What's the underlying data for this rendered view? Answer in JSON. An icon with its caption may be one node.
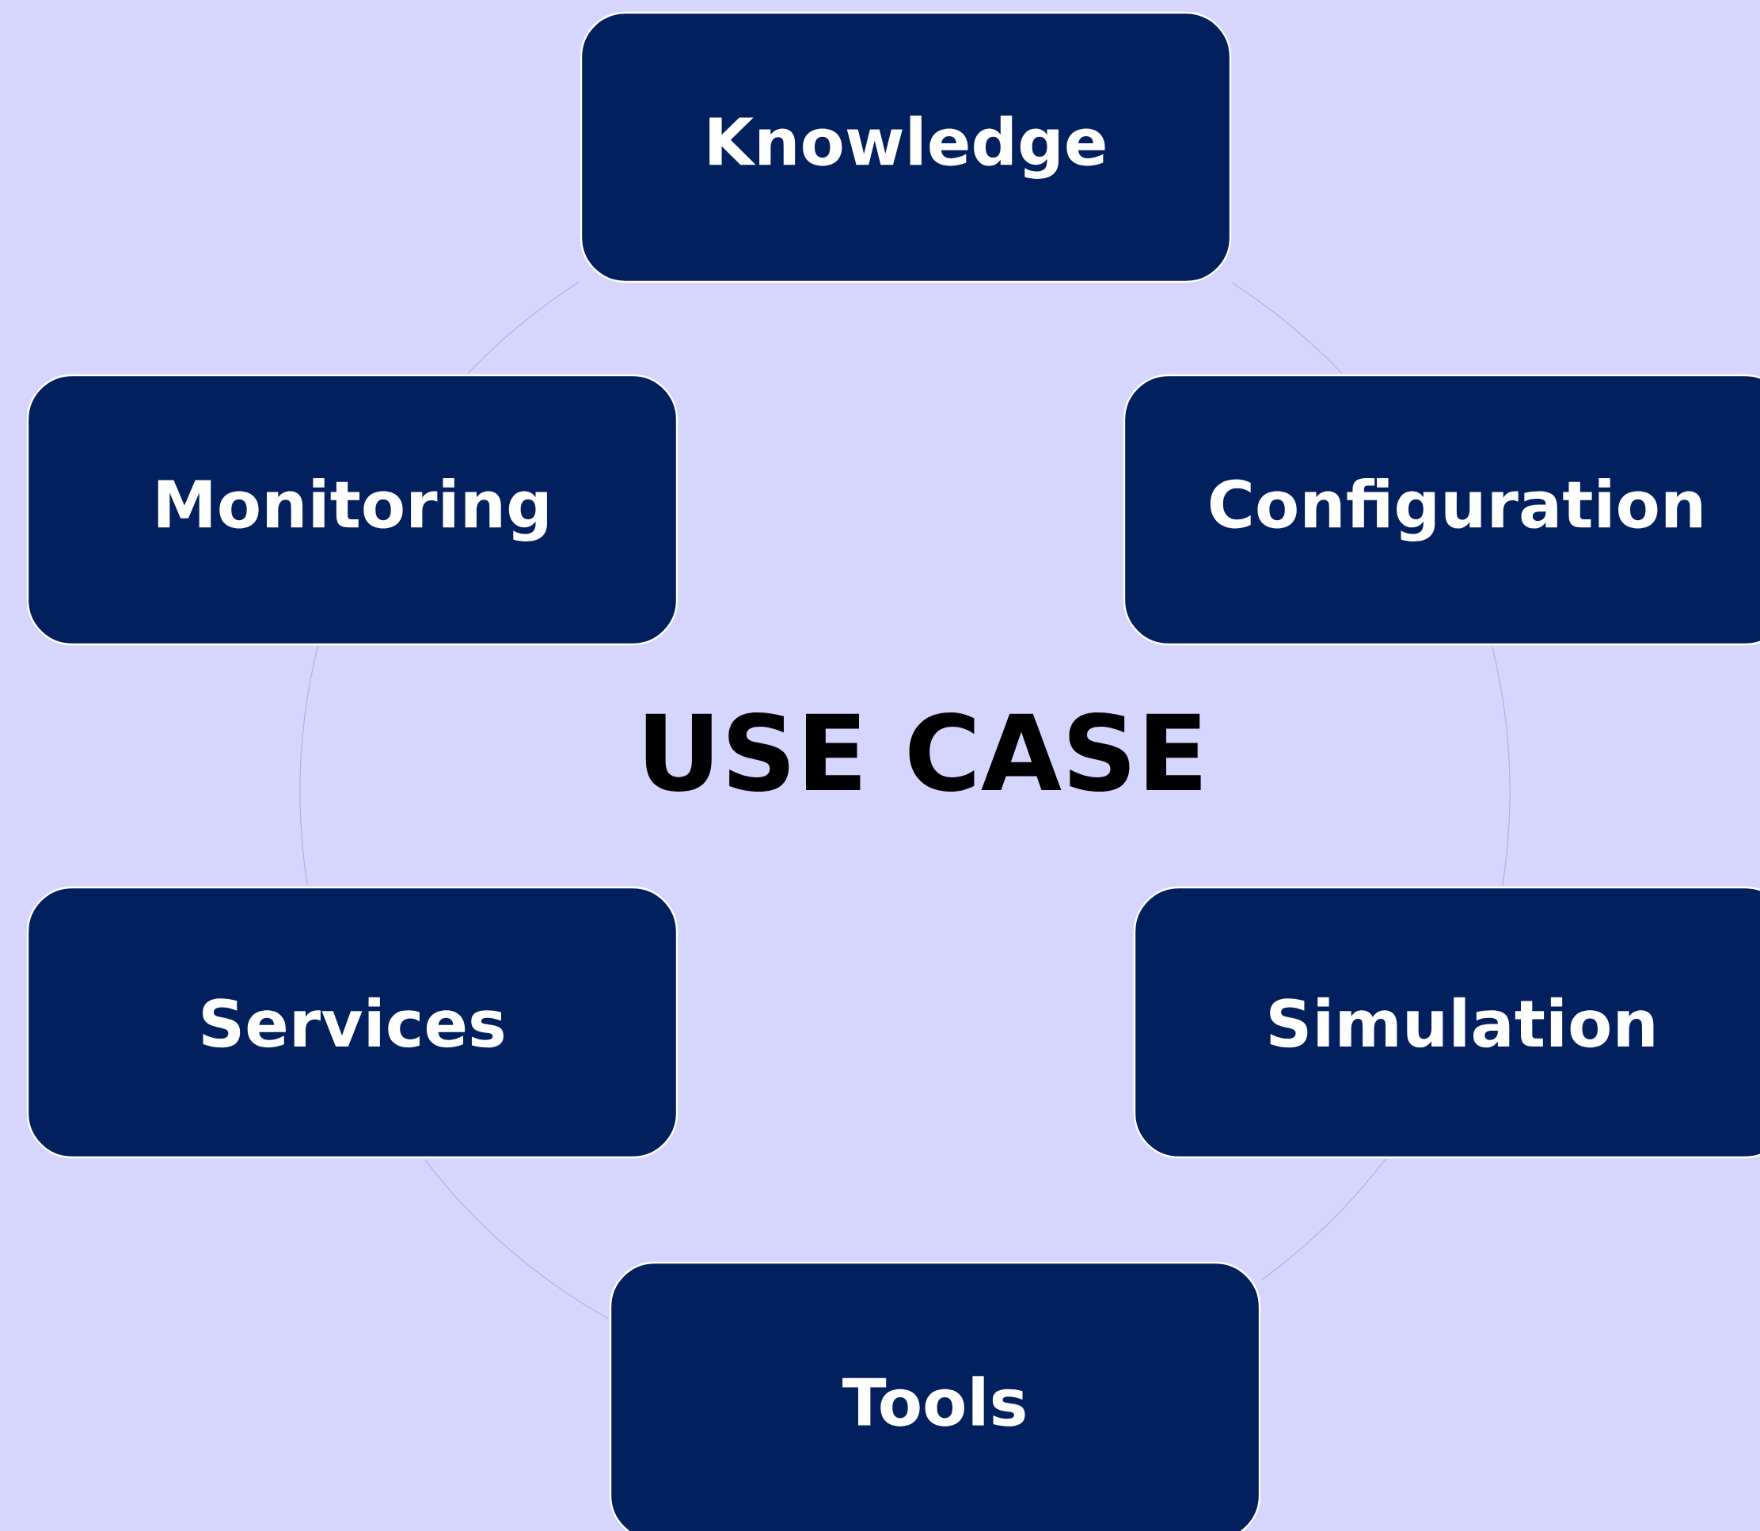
{
  "diagram": {
    "nodes": [
      {
        "text": [
          "Knowledge"
        ]
      },
      {
        "text": [
          "Monitoring"
        ]
      },
      {
        "text": [
          "Configuration"
        ]
      },
      {
        "text": [
          "Services"
        ]
      },
      {
        "text": [
          "Simulation"
        ]
      },
      {
        "text": [
          "Tools"
        ]
      }
    ],
    "edges": [
      {
        "from": 0,
        "to": 2,
        "arrow": "none"
      },
      {
        "from": 2,
        "to": 4,
        "arrow": "none"
      },
      {
        "from": 4,
        "to": 5,
        "arrow": "none"
      },
      {
        "from": 5,
        "to": 3,
        "arrow": "none"
      },
      {
        "from": 3,
        "to": 1,
        "arrow": "none"
      },
      {
        "from": 1,
        "to": 0,
        "arrow": "none"
      }
    ],
    "labels": [
      "USE CASE"
    ]
  }
}
